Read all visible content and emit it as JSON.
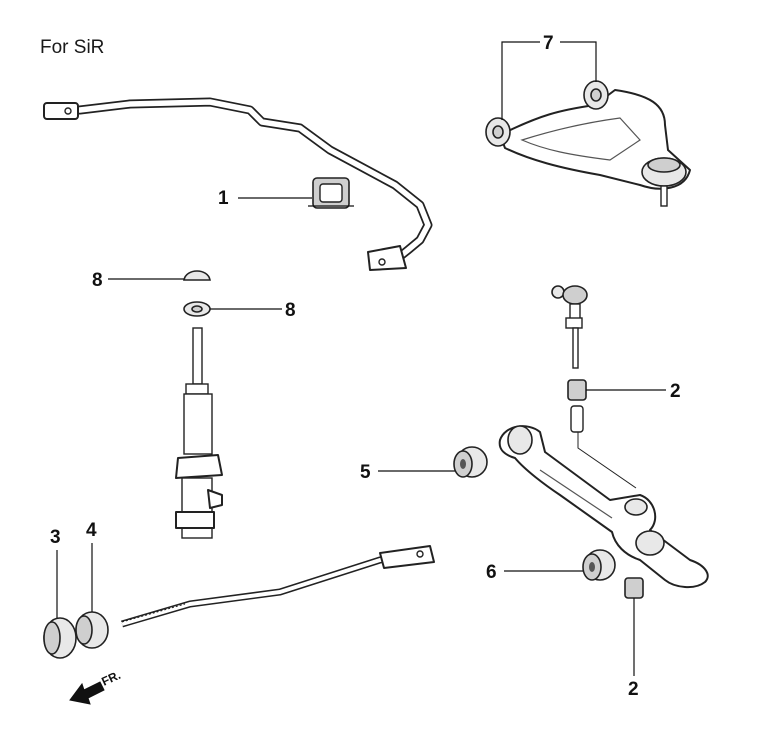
{
  "diagram": {
    "title": "For SiR",
    "callouts": {
      "stabilizer_bushing": "1",
      "link_bushing_upper": "2",
      "link_bushing_lower": "2",
      "radius_rod_bushing_a": "3",
      "radius_rod_bushing_b": "4",
      "lower_arm_bushing_front": "5",
      "lower_arm_bushing_rear": "6",
      "upper_arm_bushings": "7",
      "strut_mount_upper": "8",
      "strut_mount_lower": "8"
    },
    "direction_label": "FR."
  }
}
